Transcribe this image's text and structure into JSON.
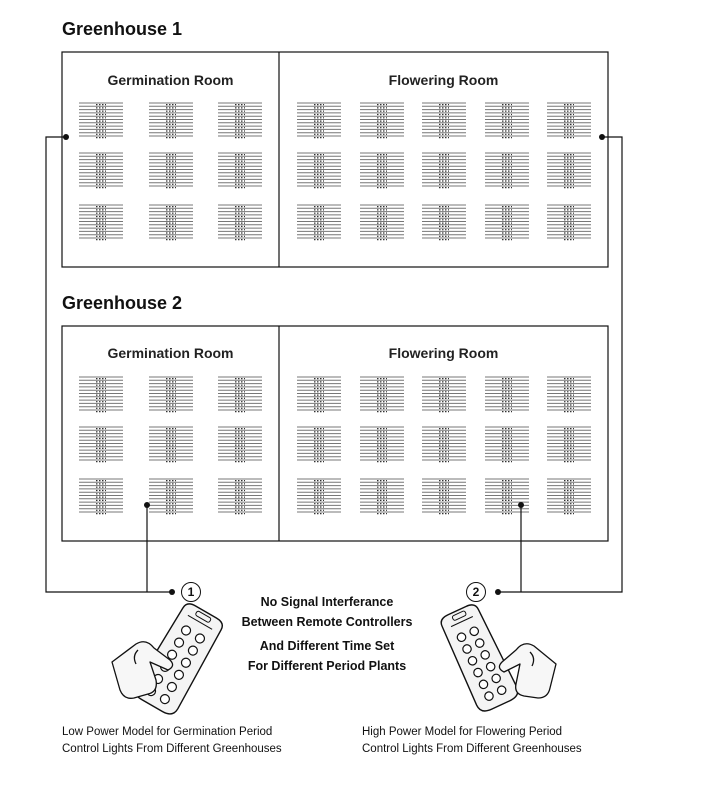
{
  "greenhouses": [
    {
      "title": "Greenhouse 1",
      "rooms": [
        "Germination Room",
        "Flowering Room"
      ]
    },
    {
      "title": "Greenhouse 2",
      "rooms": [
        "Germination Room",
        "Flowering Room"
      ]
    }
  ],
  "controllers": [
    {
      "number": "1",
      "caption_line1": "Low Power Model for Germination Period",
      "caption_line2": "Control Lights From Different Greenhouses"
    },
    {
      "number": "2",
      "caption_line1": "High Power Model for Flowering Period",
      "caption_line2": "Control Lights From Different Greenhouses"
    }
  ],
  "center_note": {
    "line1": "No Signal Interferance",
    "line2": "Between Remote Controllers",
    "line3": "And Different Time Set",
    "line4": "For Different Period Plants"
  },
  "colors": {
    "line": "#111111",
    "panel_line": "#777777",
    "remote_body": "#f4f4f4"
  }
}
